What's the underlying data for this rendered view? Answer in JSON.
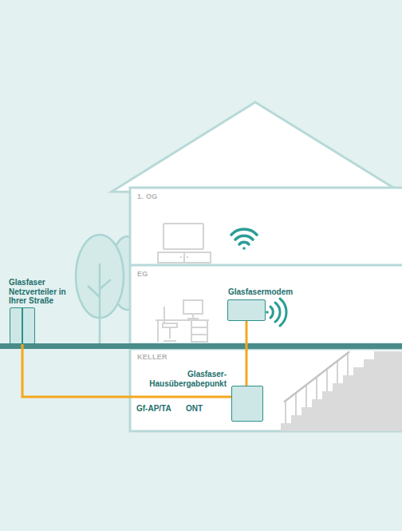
{
  "diagram": {
    "nodes": [
      {
        "text": [
          "1. OG"
        ]
      },
      {
        "text": [
          "EG"
        ]
      },
      {
        "text": [
          "Glasfasermodem"
        ],
        "in": 1
      },
      {
        "text": [
          "Glasfaser Netzverteiler in Ihrer Straße"
        ]
      },
      {
        "text": [
          "KELLER"
        ]
      },
      {
        "text": [
          "Glasfaser- Hausübergabepunkt",
          "Gf-AP/TA",
          "ONT"
        ],
        "in": 4
      }
    ],
    "edges": [
      {
        "from": 3,
        "to": 5,
        "arrow": "none"
      },
      {
        "from": 5,
        "to": 2,
        "arrow": "none"
      }
    ]
  }
}
